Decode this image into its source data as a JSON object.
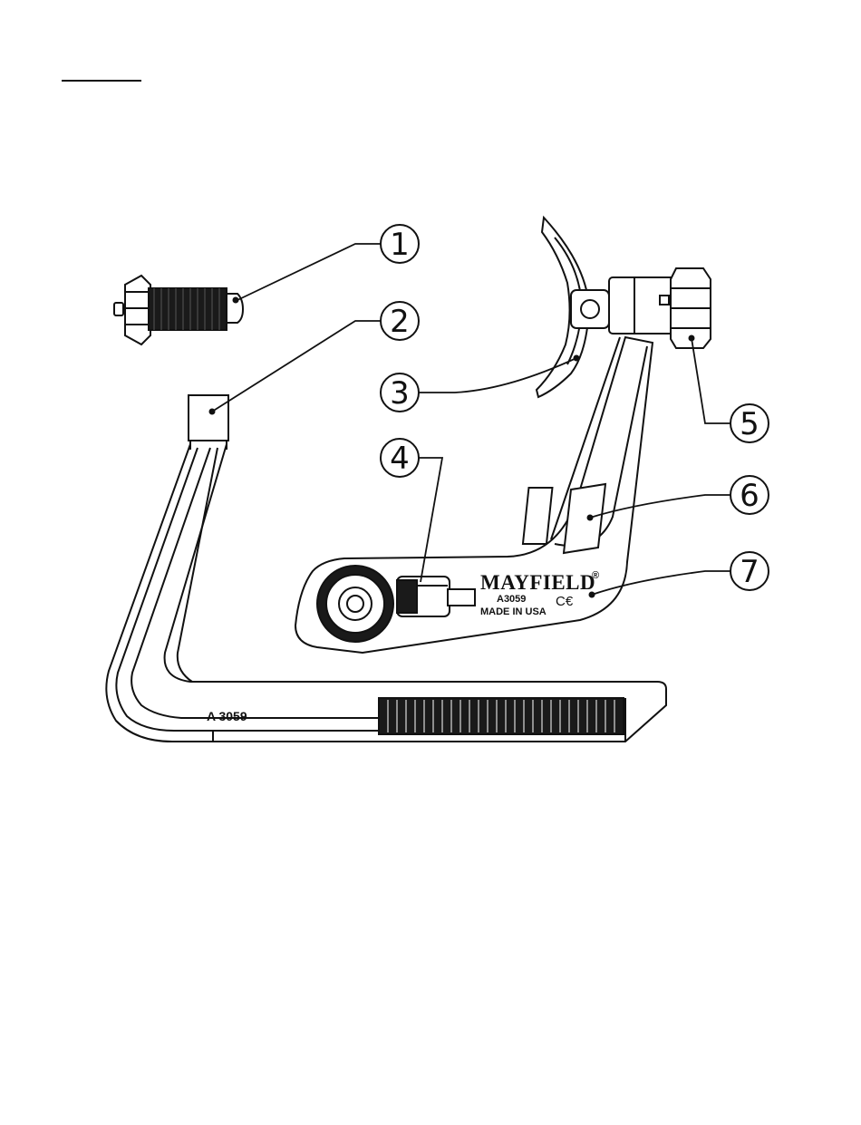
{
  "callouts": [
    {
      "number": "1"
    },
    {
      "number": "2"
    },
    {
      "number": "3"
    },
    {
      "number": "4"
    },
    {
      "number": "5"
    },
    {
      "number": "6"
    },
    {
      "number": "7"
    }
  ],
  "markings": {
    "brand": "MAYFIELD",
    "brand_mark": "®",
    "model_small": "A3059",
    "ce_mark": "C€",
    "origin": "MADE IN USA",
    "model_arm": "A 3059"
  },
  "colors": {
    "line": "#111111",
    "background": "#ffffff",
    "fill_dark": "#1a1a1a"
  }
}
